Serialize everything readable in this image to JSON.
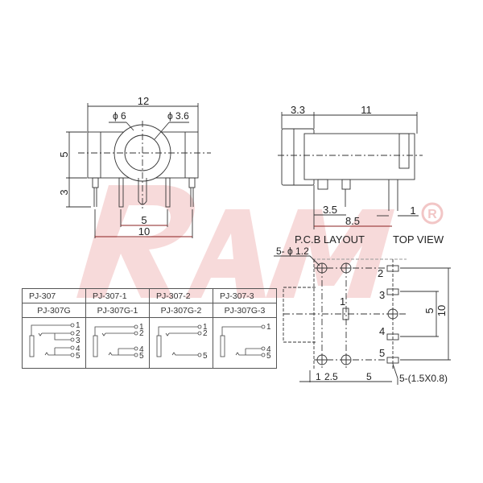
{
  "watermark": {
    "text": "RAM",
    "registered_mark": "®",
    "color": "#f2c6c6"
  },
  "front_view": {
    "width_dim": "12",
    "outer_dia": "ϕ 6",
    "inner_dia": "ϕ 3.6",
    "body_height_dim": "5",
    "pin_length_dim": "3",
    "inner_pin_spacing": "5",
    "outer_pin_spacing": "10"
  },
  "side_view": {
    "flange_dim": "3.3",
    "body_length_dim": "11",
    "pin1_offset": "3.5",
    "rear_pin_offset": "8.5",
    "pin_width": "1"
  },
  "pcb_layout": {
    "title": "P.C.B LAYOUT",
    "top_view_label": "TOP VIEW",
    "hole_spec": "5- ϕ 1.2",
    "pad_spec": "5-(1.5X0.8)",
    "pin_labels": [
      "1",
      "2",
      "3",
      "4",
      "5"
    ],
    "dims_bottom": [
      "1",
      "2.5",
      "5"
    ],
    "dim_inner": "5",
    "dim_outer": "10"
  },
  "models_table": {
    "row1": [
      "PJ-307",
      "PJ-307-1",
      "PJ-307-2",
      "PJ-307-3"
    ],
    "row2": [
      "PJ-307G",
      "PJ-307G-1",
      "PJ-307G-2",
      "PJ-307G-3"
    ],
    "schematic_pins": [
      [
        "1",
        "2",
        "3",
        "4",
        "5"
      ],
      [
        "1",
        "2",
        "4",
        "5"
      ],
      [
        "1",
        "2",
        "5"
      ],
      [
        "1",
        "4",
        "5"
      ]
    ]
  }
}
